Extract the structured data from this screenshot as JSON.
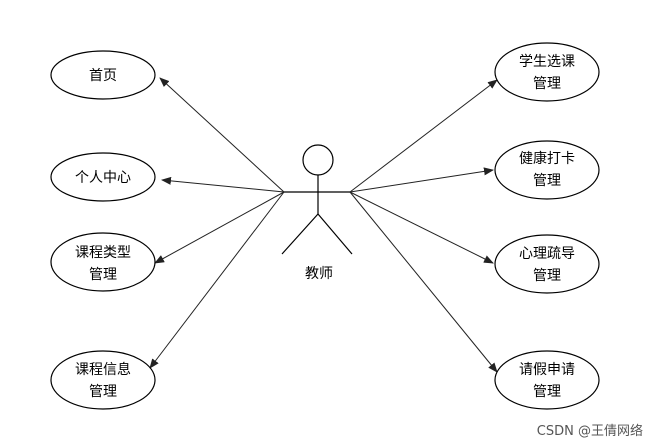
{
  "actor": {
    "label": "教师"
  },
  "use_cases_left": [
    {
      "lines": [
        "首页"
      ]
    },
    {
      "lines": [
        "个人中心"
      ]
    },
    {
      "lines": [
        "课程类型",
        "管理"
      ]
    },
    {
      "lines": [
        "课程信息",
        "管理"
      ]
    }
  ],
  "use_cases_right": [
    {
      "lines": [
        "学生选课",
        "管理"
      ]
    },
    {
      "lines": [
        "健康打卡",
        "管理"
      ]
    },
    {
      "lines": [
        "心理疏导",
        "管理"
      ]
    },
    {
      "lines": [
        "请假申请",
        "管理"
      ]
    }
  ],
  "watermark": {
    "text": "CSDN @王倩网络"
  }
}
